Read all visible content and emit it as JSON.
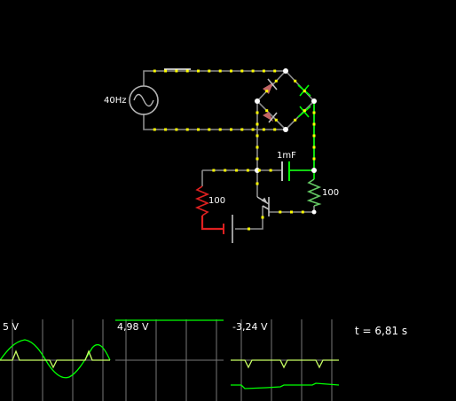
{
  "components": {
    "source": {
      "label": "40Hz"
    },
    "capacitor": {
      "label": "1mF"
    },
    "resistor_left": {
      "label": "100"
    },
    "resistor_right": {
      "label": "100"
    }
  },
  "scopes": [
    {
      "value": "5 V"
    },
    {
      "value": "4,98 V"
    },
    {
      "value": "-3,24 V"
    }
  ],
  "time": "t = 6,81 s",
  "colors": {
    "background": "#000000",
    "wire": "#8c8c8c",
    "node": "#ffff00",
    "trace": "#00ff00",
    "trace_v": "#c8ff64",
    "grid": "#787878",
    "hot_red": "#e02020"
  }
}
